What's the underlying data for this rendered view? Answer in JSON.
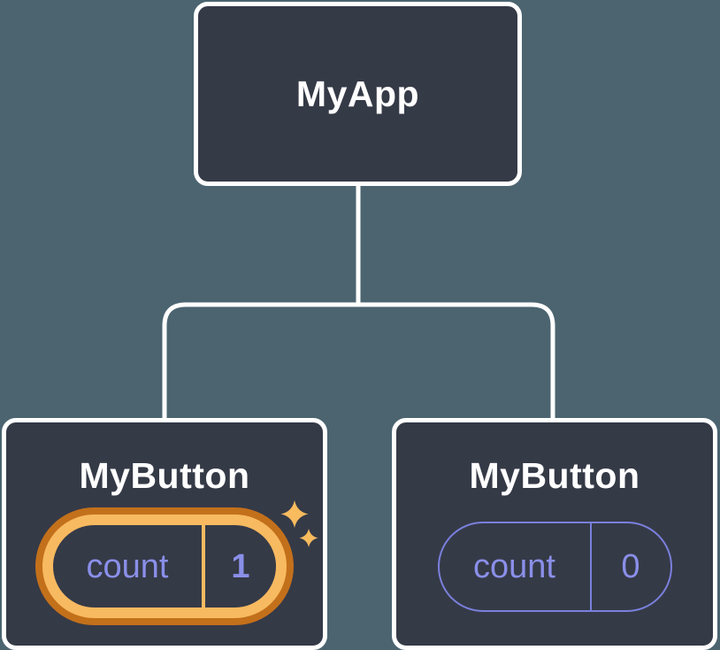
{
  "diagram": {
    "kind": "component-tree",
    "root": {
      "label": "MyApp"
    },
    "children": [
      {
        "label": "MyButton",
        "highlighted": true,
        "state": {
          "name": "count",
          "value": "1"
        },
        "icon": "sparkle-icon"
      },
      {
        "label": "MyButton",
        "highlighted": false,
        "state": {
          "name": "count",
          "value": "0"
        }
      }
    ]
  },
  "colors": {
    "background": "#4b6470",
    "node_fill": "#353a47",
    "node_border": "#ffffff",
    "connector": "#ffffff",
    "highlight_outer_ring": "#c3701b",
    "highlight_inner_ring": "#f8ba60",
    "sparkle": "#f8bb5e",
    "state_text": "#8a8fe9",
    "plain_pill_outline": "#7a80dc"
  }
}
